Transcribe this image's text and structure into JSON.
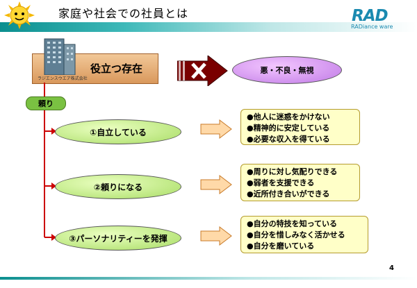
{
  "header": {
    "title": "家庭や社会での社員とは",
    "logo_text": "RAD",
    "logo_sub": "RADiance ware"
  },
  "company": {
    "name": "ラジエンスウエア株式会社",
    "role": "役立つ存在"
  },
  "negative": {
    "label": "悪・不良・無視"
  },
  "tayori": "頼り",
  "items": [
    {
      "label": "①自立している",
      "results": [
        "●他人に迷惑をかけない",
        "●精神的に安定している",
        "●必要な収入を得ている"
      ]
    },
    {
      "label": "②頼りになる",
      "results": [
        "●周りに対し気配りできる",
        "●弱者を支援できる",
        "●近所付き合いができる"
      ]
    },
    {
      "label": "③パーソナリティーを発揮",
      "results": [
        "●自分の特技を知っている",
        "●自分を惜しみなく活かせる",
        "●自分を磨いている"
      ]
    }
  ],
  "page_number": "4",
  "colors": {
    "teal": "#0b8f8f",
    "green": "#7ac142",
    "yellow_box": "#ffffc8",
    "purple": "#c07ae6",
    "red": "#cc0000"
  }
}
